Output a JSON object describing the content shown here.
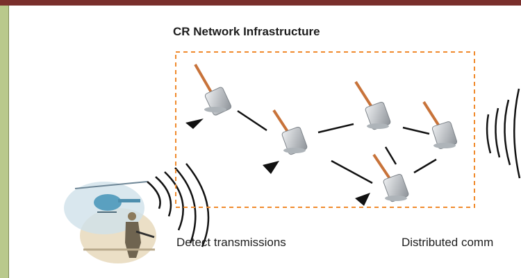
{
  "figure": {
    "title": "CR Network Infrastructure",
    "caption_left": "Detect transmissions",
    "caption_right": "Distributed comm"
  },
  "icons": {
    "radio": "handheld-radio-icon",
    "helicopter": "helicopter-icon",
    "soldier": "soldier-icon",
    "waves": "radio-waves-icon",
    "arrow": "triangle-arrow-icon"
  },
  "colors": {
    "frame_top": "#7a2f2c",
    "frame_left": "#b9c98c",
    "boundary": "#f08a2c",
    "links": "#111111",
    "antenna": "#c8733a"
  }
}
